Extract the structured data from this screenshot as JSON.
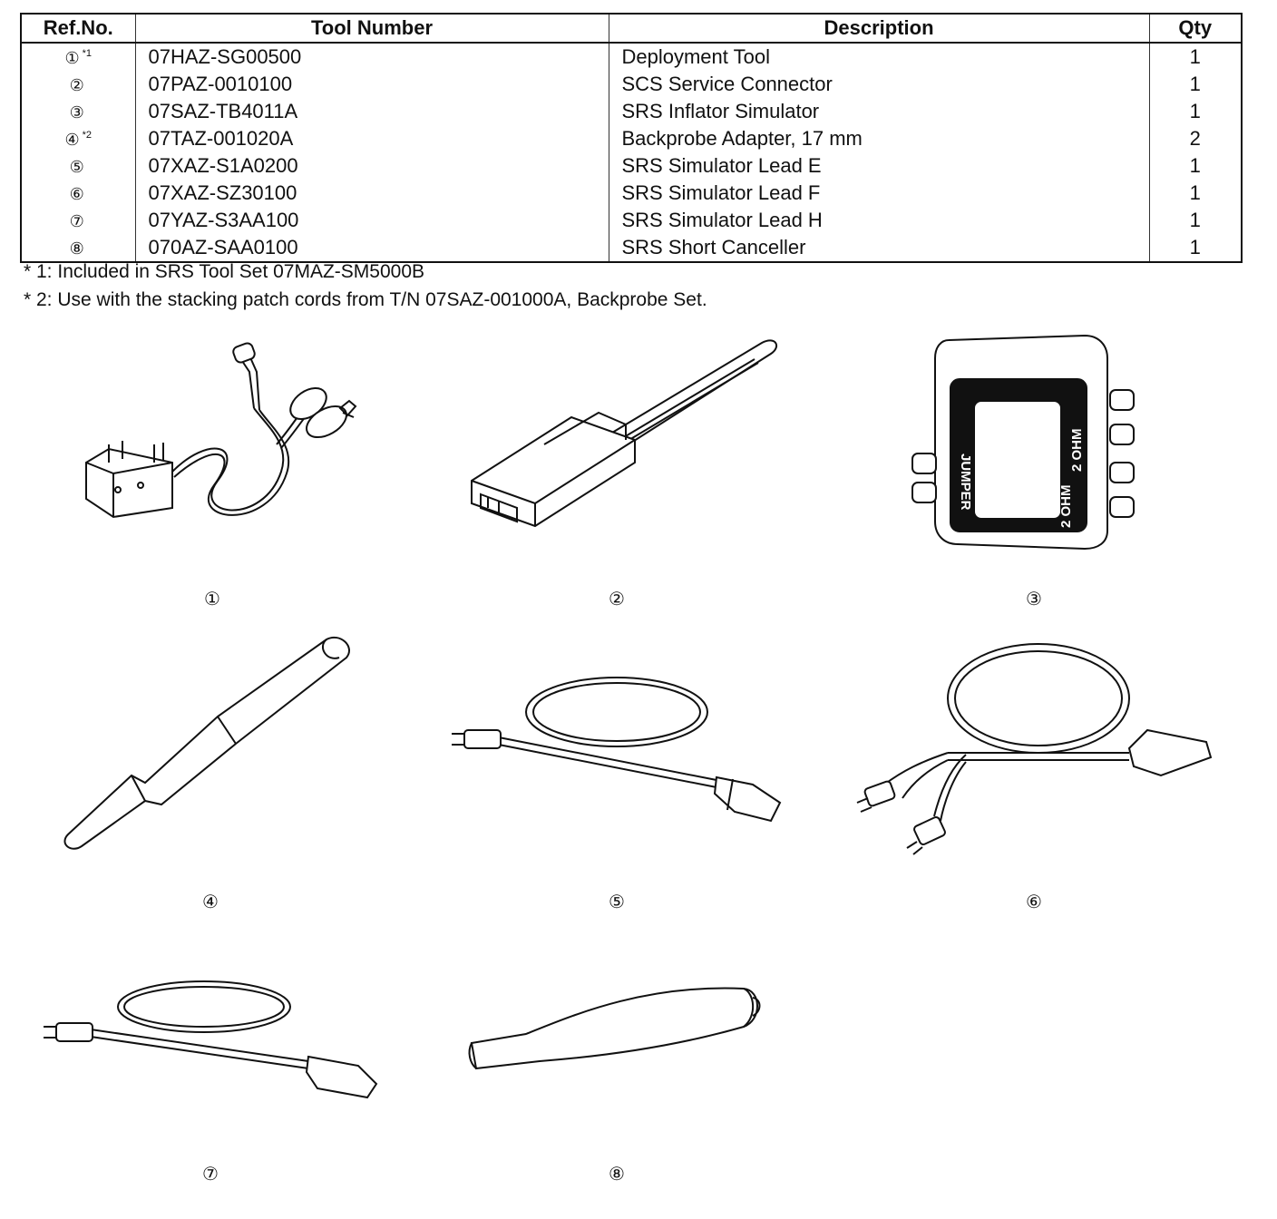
{
  "table": {
    "headers": {
      "ref": "Ref.No.",
      "tool": "Tool Number",
      "desc": "Description",
      "qty": "Qty"
    },
    "rows": [
      {
        "ref": "①",
        "mark": "*1",
        "tool": "07HAZ-SG00500",
        "desc": "Deployment Tool",
        "qty": "1"
      },
      {
        "ref": "②",
        "mark": "",
        "tool": "07PAZ-0010100",
        "desc": "SCS Service Connector",
        "qty": "1"
      },
      {
        "ref": "③",
        "mark": "",
        "tool": "07SAZ-TB4011A",
        "desc": "SRS Inflator Simulator",
        "qty": "1"
      },
      {
        "ref": "④",
        "mark": "*2",
        "tool": "07TAZ-001020A",
        "desc": "Backprobe Adapter, 17 mm",
        "qty": "2"
      },
      {
        "ref": "⑤",
        "mark": "",
        "tool": "07XAZ-S1A0200",
        "desc": "SRS Simulator Lead E",
        "qty": "1"
      },
      {
        "ref": "⑥",
        "mark": "",
        "tool": "07XAZ-SZ30100",
        "desc": "SRS Simulator Lead F",
        "qty": "1"
      },
      {
        "ref": "⑦",
        "mark": "",
        "tool": "07YAZ-S3AA100",
        "desc": "SRS Simulator Lead H",
        "qty": "1"
      },
      {
        "ref": "⑧",
        "mark": "",
        "tool": "070AZ-SAA0100",
        "desc": "SRS Short Canceller",
        "qty": "1"
      }
    ]
  },
  "footnotes": [
    "* 1: Included in SRS Tool Set 07MAZ-SM5000B",
    "* 2: Use with the stacking patch cords from T/N 07SAZ-001000A, Backprobe Set."
  ],
  "figures": [
    {
      "label": "①",
      "icon": "deployment-tool-icon"
    },
    {
      "label": "②",
      "icon": "service-connector-icon"
    },
    {
      "label": "③",
      "icon": "inflator-simulator-icon",
      "device_text": {
        "left": "JUMPER",
        "right": "2 OHM",
        "bottom": "2 OHM"
      }
    },
    {
      "label": "④",
      "icon": "backprobe-adapter-icon"
    },
    {
      "label": "⑤",
      "icon": "simulator-lead-e-icon"
    },
    {
      "label": "⑥",
      "icon": "simulator-lead-f-icon"
    },
    {
      "label": "⑦",
      "icon": "simulator-lead-h-icon"
    },
    {
      "label": "⑧",
      "icon": "short-canceller-icon"
    }
  ]
}
